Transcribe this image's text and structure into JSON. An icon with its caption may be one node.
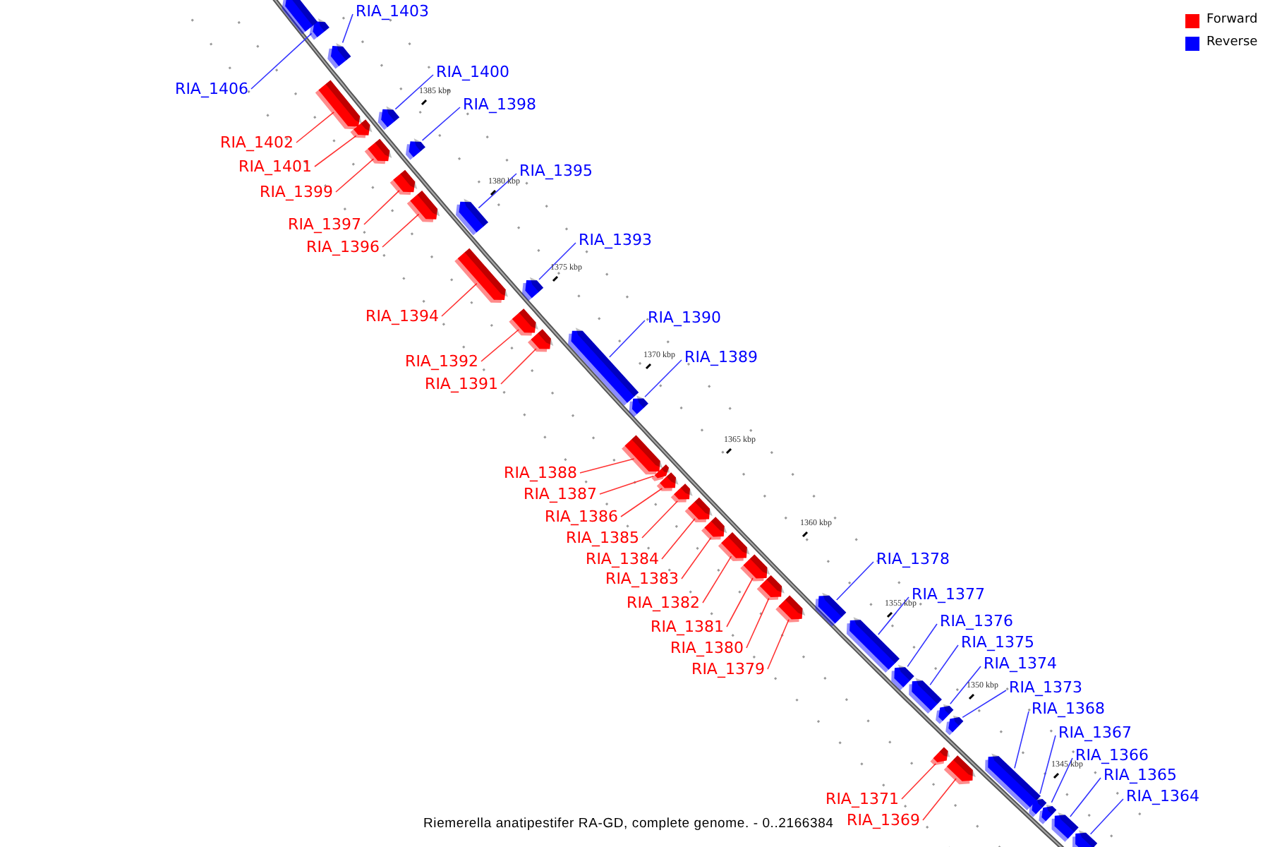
{
  "diagram": {
    "caption": "Riemerella anatipestifer RA-GD, complete genome. - 0..2166384",
    "nodes": [
      {
        "text": [
          "RIA_1403"
        ]
      },
      {
        "text": [
          "RIA_1400"
        ]
      },
      {
        "text": [
          "RIA_1406"
        ]
      },
      {
        "text": [
          "RIA_1398"
        ]
      },
      {
        "text": [
          "RIA_1402"
        ]
      },
      {
        "text": [
          "RIA_1401"
        ]
      },
      {
        "text": [
          "RIA_1395"
        ]
      },
      {
        "text": [
          "RIA_1399"
        ]
      },
      {
        "text": [
          "RIA_1397"
        ]
      },
      {
        "text": [
          "RIA_1393"
        ]
      },
      {
        "text": [
          "RIA_1396"
        ]
      },
      {
        "text": [
          "RIA_1394"
        ]
      },
      {
        "text": [
          "RIA_1390"
        ]
      },
      {
        "text": [
          "RIA_1389"
        ]
      },
      {
        "text": [
          "RIA_1392"
        ]
      },
      {
        "text": [
          "RIA_1391"
        ]
      },
      {
        "text": [
          "RIA_1388"
        ]
      },
      {
        "text": [
          "RIA_1387"
        ]
      },
      {
        "text": [
          "RIA_1386"
        ]
      },
      {
        "text": [
          "RIA_1385"
        ]
      },
      {
        "text": [
          "RIA_1384"
        ]
      },
      {
        "text": [
          "RIA_1378"
        ]
      },
      {
        "text": [
          "RIA_1383"
        ]
      },
      {
        "text": [
          "RIA_1382"
        ]
      },
      {
        "text": [
          "RIA_1377"
        ]
      },
      {
        "text": [
          "RIA_1381"
        ]
      },
      {
        "text": [
          "RIA_1376"
        ]
      },
      {
        "text": [
          "RIA_1375"
        ]
      },
      {
        "text": [
          "RIA_1380"
        ]
      },
      {
        "text": [
          "RIA_1374"
        ]
      },
      {
        "text": [
          "RIA_1379"
        ]
      },
      {
        "text": [
          "RIA_1373"
        ]
      },
      {
        "text": [
          "RIA_1368"
        ]
      },
      {
        "text": [
          "RIA_1367"
        ]
      },
      {
        "text": [
          "RIA_1366"
        ]
      },
      {
        "text": [
          "RIA_1365"
        ]
      },
      {
        "text": [
          "RIA_1371"
        ]
      },
      {
        "text": [
          "RIA_1364"
        ]
      },
      {
        "text": [
          "RIA_1369"
        ]
      },
      {
        "text": [],
        "shape": "box"
      },
      {
        "text": [],
        "shape": "box"
      },
      {
        "text": [],
        "shape": "box"
      },
      {
        "text": [],
        "shape": "box"
      },
      {
        "text": [],
        "shape": "box"
      },
      {
        "text": [],
        "shape": "box"
      },
      {
        "text": [],
        "shape": "box"
      },
      {
        "text": [],
        "shape": "box"
      },
      {
        "text": [],
        "shape": "box"
      },
      {
        "text": [],
        "shape": "box"
      },
      {
        "text": [],
        "shape": "box"
      },
      {
        "text": [],
        "shape": "box"
      },
      {
        "text": [],
        "shape": "box"
      },
      {
        "text": [],
        "shape": "box"
      },
      {
        "text": [],
        "shape": "box"
      },
      {
        "text": [],
        "shape": "box"
      },
      {
        "text": [],
        "shape": "box"
      },
      {
        "text": [],
        "shape": "box"
      },
      {
        "text": [],
        "shape": "box"
      },
      {
        "text": [],
        "shape": "box"
      },
      {
        "text": [],
        "shape": "box"
      },
      {
        "text": [],
        "shape": "box"
      },
      {
        "text": [],
        "shape": "box"
      },
      {
        "text": [],
        "shape": "box"
      },
      {
        "text": [],
        "shape": "box"
      },
      {
        "text": [],
        "shape": "box"
      },
      {
        "text": [],
        "shape": "box"
      },
      {
        "text": [],
        "shape": "box"
      },
      {
        "text": [],
        "shape": "box"
      },
      {
        "text": [],
        "shape": "box"
      },
      {
        "text": [],
        "shape": "box"
      },
      {
        "text": [],
        "shape": "box"
      },
      {
        "text": [],
        "shape": "box"
      },
      {
        "text": [],
        "shape": "box"
      },
      {
        "text": [],
        "shape": "box"
      },
      {
        "text": [],
        "shape": "box"
      },
      {
        "text": [],
        "shape": "box"
      },
      {
        "text": [],
        "shape": "box"
      },
      {
        "text": [],
        "shape": "box"
      },
      {
        "text": [],
        "shape": "box"
      }
    ],
    "edges": [
      {
        "from": 0,
        "to": 39,
        "arrow": "none",
        "color": "#3333ff"
      },
      {
        "from": 1,
        "to": 40,
        "arrow": "none",
        "color": "#3333ff"
      },
      {
        "from": 2,
        "to": 41,
        "arrow": "none",
        "color": "#3333ff"
      },
      {
        "from": 3,
        "to": 42,
        "arrow": "none",
        "color": "#3333ff"
      },
      {
        "from": 4,
        "to": 43,
        "arrow": "none"
      },
      {
        "from": 5,
        "to": 44,
        "arrow": "none"
      },
      {
        "from": 6,
        "to": 45,
        "arrow": "none",
        "color": "#3333ff"
      },
      {
        "from": 7,
        "to": 46,
        "arrow": "none"
      },
      {
        "from": 8,
        "to": 47,
        "arrow": "none"
      },
      {
        "from": 9,
        "to": 48,
        "arrow": "none",
        "color": "#3333ff"
      },
      {
        "from": 10,
        "to": 49,
        "arrow": "none"
      },
      {
        "from": 11,
        "to": 50,
        "arrow": "none"
      },
      {
        "from": 12,
        "to": 51,
        "arrow": "none",
        "color": "#3333ff"
      },
      {
        "from": 13,
        "to": 52,
        "arrow": "none",
        "color": "#3333ff"
      },
      {
        "from": 14,
        "to": 53,
        "arrow": "none"
      },
      {
        "from": 15,
        "to": 54,
        "arrow": "none"
      },
      {
        "from": 16,
        "to": 55,
        "arrow": "none"
      },
      {
        "from": 17,
        "to": 56,
        "arrow": "none"
      },
      {
        "from": 18,
        "to": 57,
        "arrow": "none"
      },
      {
        "from": 19,
        "to": 58,
        "arrow": "none"
      },
      {
        "from": 20,
        "to": 59,
        "arrow": "none"
      },
      {
        "from": 21,
        "to": 60,
        "arrow": "none",
        "color": "#3333ff"
      },
      {
        "from": 22,
        "to": 61,
        "arrow": "none"
      },
      {
        "from": 23,
        "to": 62,
        "arrow": "none"
      },
      {
        "from": 24,
        "to": 63,
        "arrow": "none",
        "color": "#3333ff"
      },
      {
        "from": 25,
        "to": 64,
        "arrow": "none"
      },
      {
        "from": 26,
        "to": 65,
        "arrow": "none",
        "color": "#3333ff"
      },
      {
        "from": 27,
        "to": 66,
        "arrow": "none",
        "color": "#3333ff"
      },
      {
        "from": 28,
        "to": 67,
        "arrow": "none"
      },
      {
        "from": 29,
        "to": 68,
        "arrow": "none",
        "color": "#3333ff"
      },
      {
        "from": 30,
        "to": 69,
        "arrow": "none"
      },
      {
        "from": 31,
        "to": 70,
        "arrow": "none",
        "color": "#3333ff"
      },
      {
        "from": 32,
        "to": 71,
        "arrow": "none",
        "color": "#3333ff"
      },
      {
        "from": 33,
        "to": 72,
        "arrow": "none",
        "color": "#3333ff"
      },
      {
        "from": 34,
        "to": 73,
        "arrow": "none",
        "color": "#3333ff"
      },
      {
        "from": 35,
        "to": 74,
        "arrow": "none",
        "color": "#3333ff"
      },
      {
        "from": 36,
        "to": 75,
        "arrow": "none"
      },
      {
        "from": 37,
        "to": 76,
        "arrow": "none",
        "color": "#3333ff"
      },
      {
        "from": 38,
        "to": 77,
        "arrow": "none"
      }
    ],
    "labels": [
      "1385 kbp",
      "1380 kbp",
      "1375 kbp",
      "1370 kbp",
      "1365 kbp",
      "1360 kbp",
      "1355 kbp",
      "1350 kbp",
      "1345 kbp"
    ],
    "legend": [
      {
        "text": "Forward",
        "color": "#ff0000"
      },
      {
        "text": "Reverse",
        "color": "#0000ff"
      }
    ]
  }
}
